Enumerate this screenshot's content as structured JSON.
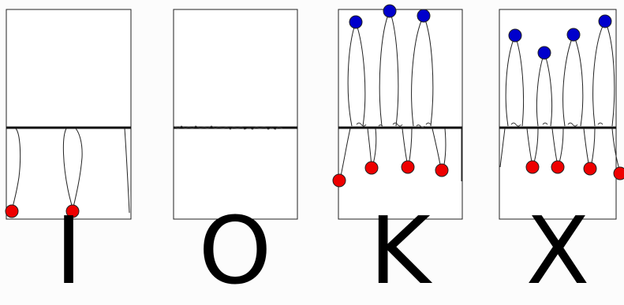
{
  "letters": [
    "I",
    "O",
    "K",
    "X"
  ],
  "colors": {
    "background": "#fcfcfc",
    "panel_border": "#222222",
    "center_line": "#111111",
    "strand": "#222222",
    "top_ball": "#0000cc",
    "bottom_ball": "#ee0000",
    "letter": "#000000"
  }
}
